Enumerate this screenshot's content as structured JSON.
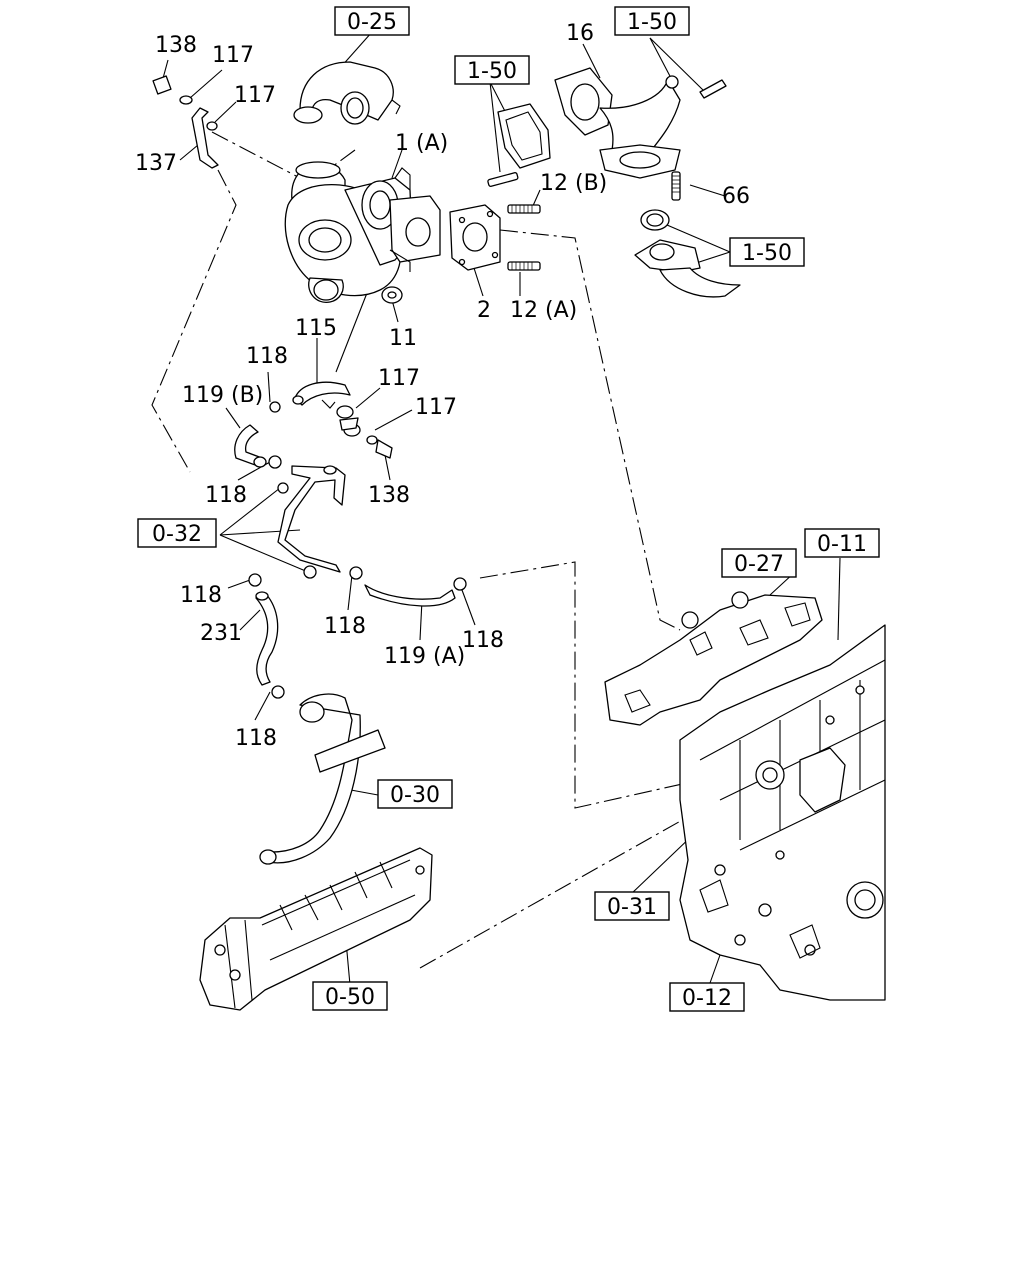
{
  "callouts": {
    "c138a": "138",
    "c117a": "117",
    "c117b": "117",
    "c137": "137",
    "c1a": "1 (A)",
    "c16": "16",
    "c12b": "12 (B)",
    "c66": "66",
    "c2": "2",
    "c12a": "12 (A)",
    "c11": "11",
    "c115": "115",
    "c118a": "118",
    "c117c": "117",
    "c119b": "119 (B)",
    "c117d": "117",
    "c118b": "118",
    "c138b": "138",
    "c118c": "118",
    "c231": "231",
    "c118d": "118",
    "c118e": "118",
    "c119a": "119 (A)",
    "c118f": "118"
  },
  "refs": {
    "r025": "0-25",
    "r150a": "1-50",
    "r150b": "1-50",
    "r150c": "1-50",
    "r032": "0-32",
    "r027": "0-27",
    "r011": "0-11",
    "r030": "0-30",
    "r031": "0-31",
    "r050": "0-50",
    "r012": "0-12"
  }
}
